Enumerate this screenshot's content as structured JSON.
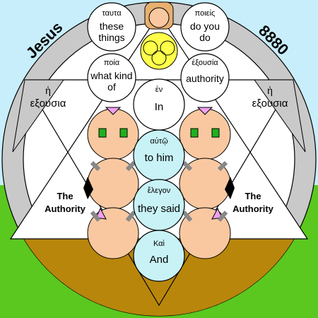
{
  "corner_words": {
    "left": "Jesus",
    "right": "8880"
  },
  "side_labels": {
    "left": {
      "greek": "ἡ",
      "greek2": "εξουσια",
      "english": "The",
      "english2": "Authority"
    },
    "right": {
      "greek": "ἡ",
      "greek2": "εξουσια",
      "english": "The",
      "english2": "Authority"
    }
  },
  "circles": [
    {
      "id": "tauta",
      "greek": "ταυτα",
      "english": [
        "these",
        "things"
      ]
    },
    {
      "id": "poieis",
      "greek": "ποιεἰς",
      "english": [
        "do you",
        "do"
      ]
    },
    {
      "id": "poia",
      "greek": "ποία",
      "english": [
        "what kind",
        "of"
      ]
    },
    {
      "id": "exousia",
      "greek": "ἐξουσία",
      "english": [
        "authority"
      ]
    },
    {
      "id": "en",
      "greek": "ἐν",
      "english": [
        "In"
      ]
    },
    {
      "id": "auto",
      "greek": "αὐτῷ",
      "english": [
        "to him"
      ]
    },
    {
      "id": "elegon",
      "greek": "ἔλεγον",
      "english": [
        "they said"
      ]
    },
    {
      "id": "kai",
      "greek": "Καὶ",
      "english": [
        "And"
      ]
    }
  ],
  "colors": {
    "sky": "#c8eefc",
    "grass": "#5ac81e",
    "ring": "#c9c9c9",
    "ground": "#b8860b",
    "star": "#ffffff",
    "white_circle": "#ffffff",
    "cyan_circle": "#c8f2f6",
    "peach": "#f9c8a0",
    "yellow": "#ffff4a",
    "green": "#20b020",
    "pink": "#f0a0f0",
    "black": "#000000"
  }
}
